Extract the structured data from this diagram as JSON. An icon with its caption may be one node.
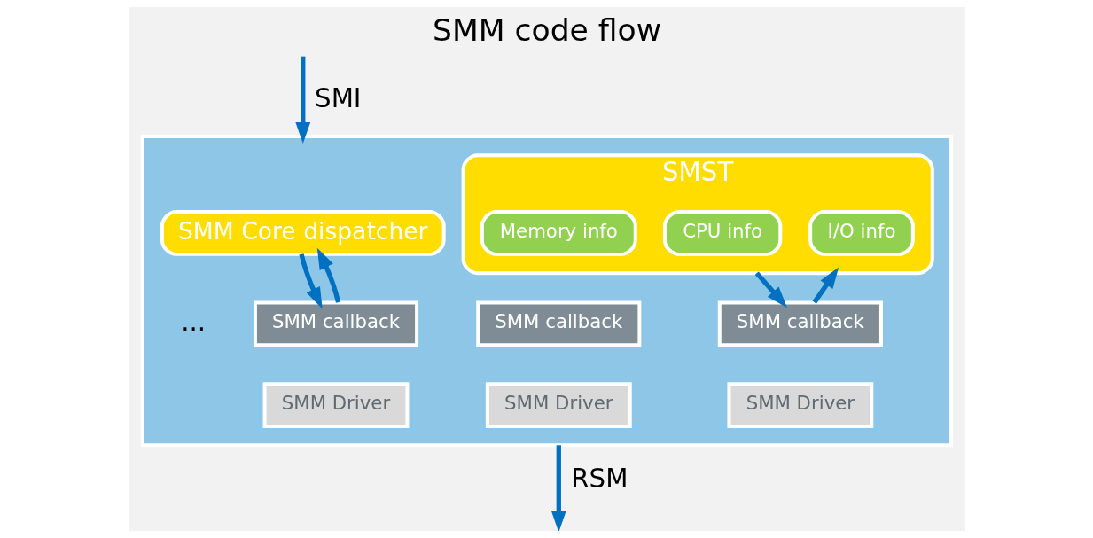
{
  "diagram": {
    "title": "SMM code flow",
    "nodes": [
      {
        "text": [],
        "shape": "box"
      },
      {
        "text": [
          "SMM Core dispatcher"
        ],
        "in": 0
      },
      {
        "text": [
          "SMST"
        ],
        "in": 0
      },
      {
        "text": [
          "I/O info"
        ],
        "in": 2
      },
      {
        "text": [
          "Memory info"
        ],
        "in": 2
      },
      {
        "text": [
          "CPU info"
        ],
        "in": 2
      },
      {
        "text": [
          "SMM callback"
        ],
        "in": 0
      },
      {
        "text": [
          "SMM Driver"
        ],
        "in": 0
      },
      {
        "text": [
          "SMM callback"
        ],
        "in": 0
      },
      {
        "text": [
          "SMM Driver"
        ],
        "in": 0
      },
      {
        "text": [
          "SMM callback"
        ],
        "in": 0
      },
      {
        "text": [
          "SMM Driver"
        ],
        "in": 0
      }
    ],
    "edges": [
      {
        "from": null,
        "to": 0,
        "arrow": "to",
        "label": "SMI"
      },
      {
        "from": 0,
        "to": null,
        "arrow": "to",
        "label": "RSM"
      },
      {
        "from": 6,
        "to": 1,
        "arrow": "to"
      },
      {
        "from": 1,
        "to": 6,
        "arrow": "to"
      },
      {
        "from": 8,
        "to": 2,
        "arrow": "to"
      },
      {
        "from": 2,
        "to": 8,
        "arrow": "to"
      }
    ],
    "labels": [
      "..."
    ]
  }
}
